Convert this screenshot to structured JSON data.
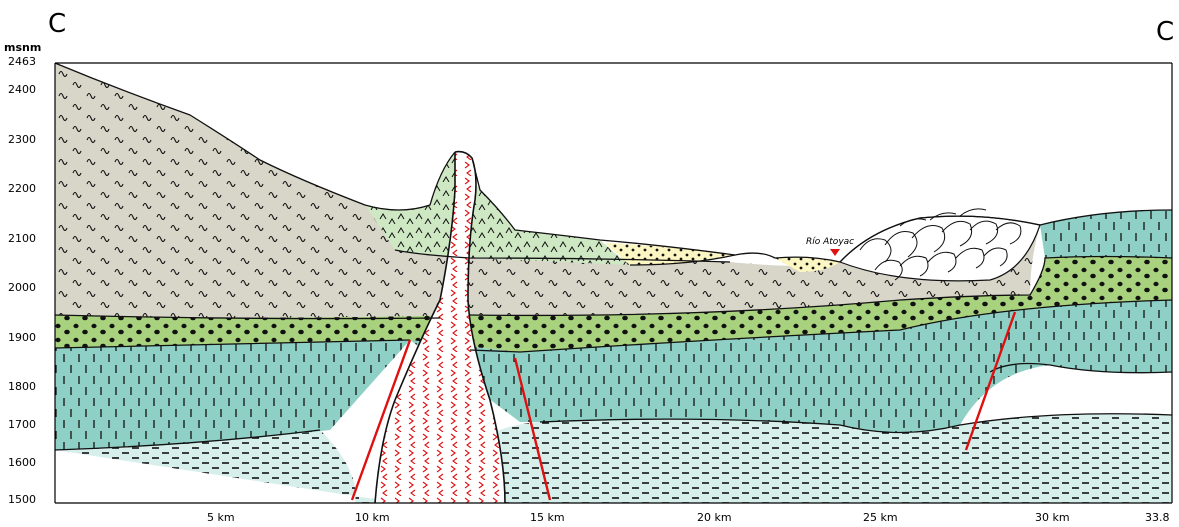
{
  "section": {
    "left_label": "C",
    "right_label": "C"
  },
  "axis": {
    "unit": "msnm",
    "y_ticks": [
      "2463",
      "2400",
      "2300",
      "2200",
      "2100",
      "2000",
      "1900",
      "1800",
      "1700",
      "1600",
      "1500"
    ],
    "x_ticks": [
      "5 km",
      "10 km",
      "15 km",
      "20 km",
      "25 km",
      "30 km",
      "33.8"
    ]
  },
  "annotations": {
    "river": "Río Atoyac"
  },
  "colors": {
    "grey_unit": "#d8d5c9",
    "green_pale": "#cfe8c4",
    "yellow_alluvium": "#fcf6c2",
    "green_conglomerate": "#a8d27d",
    "teal_unit": "#8fd0c6",
    "teal_pale": "#d6efeb",
    "fault": "#e01010",
    "intrusive_marks": "#e01010"
  }
}
